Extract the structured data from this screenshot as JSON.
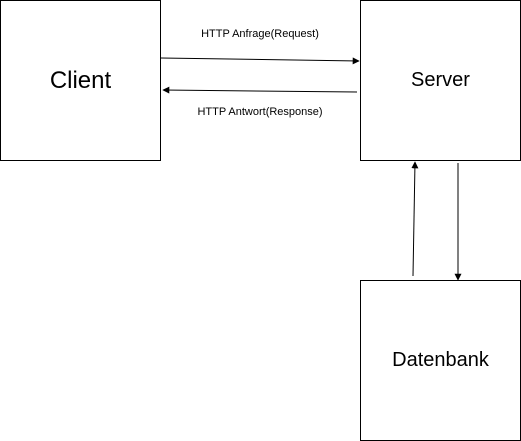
{
  "nodes": {
    "client": {
      "label": "Client"
    },
    "server": {
      "label": "Server"
    },
    "datenbank": {
      "label": "Datenbank"
    }
  },
  "edges": {
    "request": {
      "label": "HTTP Anfrage(Request)"
    },
    "response": {
      "label": "HTTP Antwort(Response)"
    }
  },
  "colors": {
    "stroke": "#000000",
    "background": "#ffffff"
  }
}
